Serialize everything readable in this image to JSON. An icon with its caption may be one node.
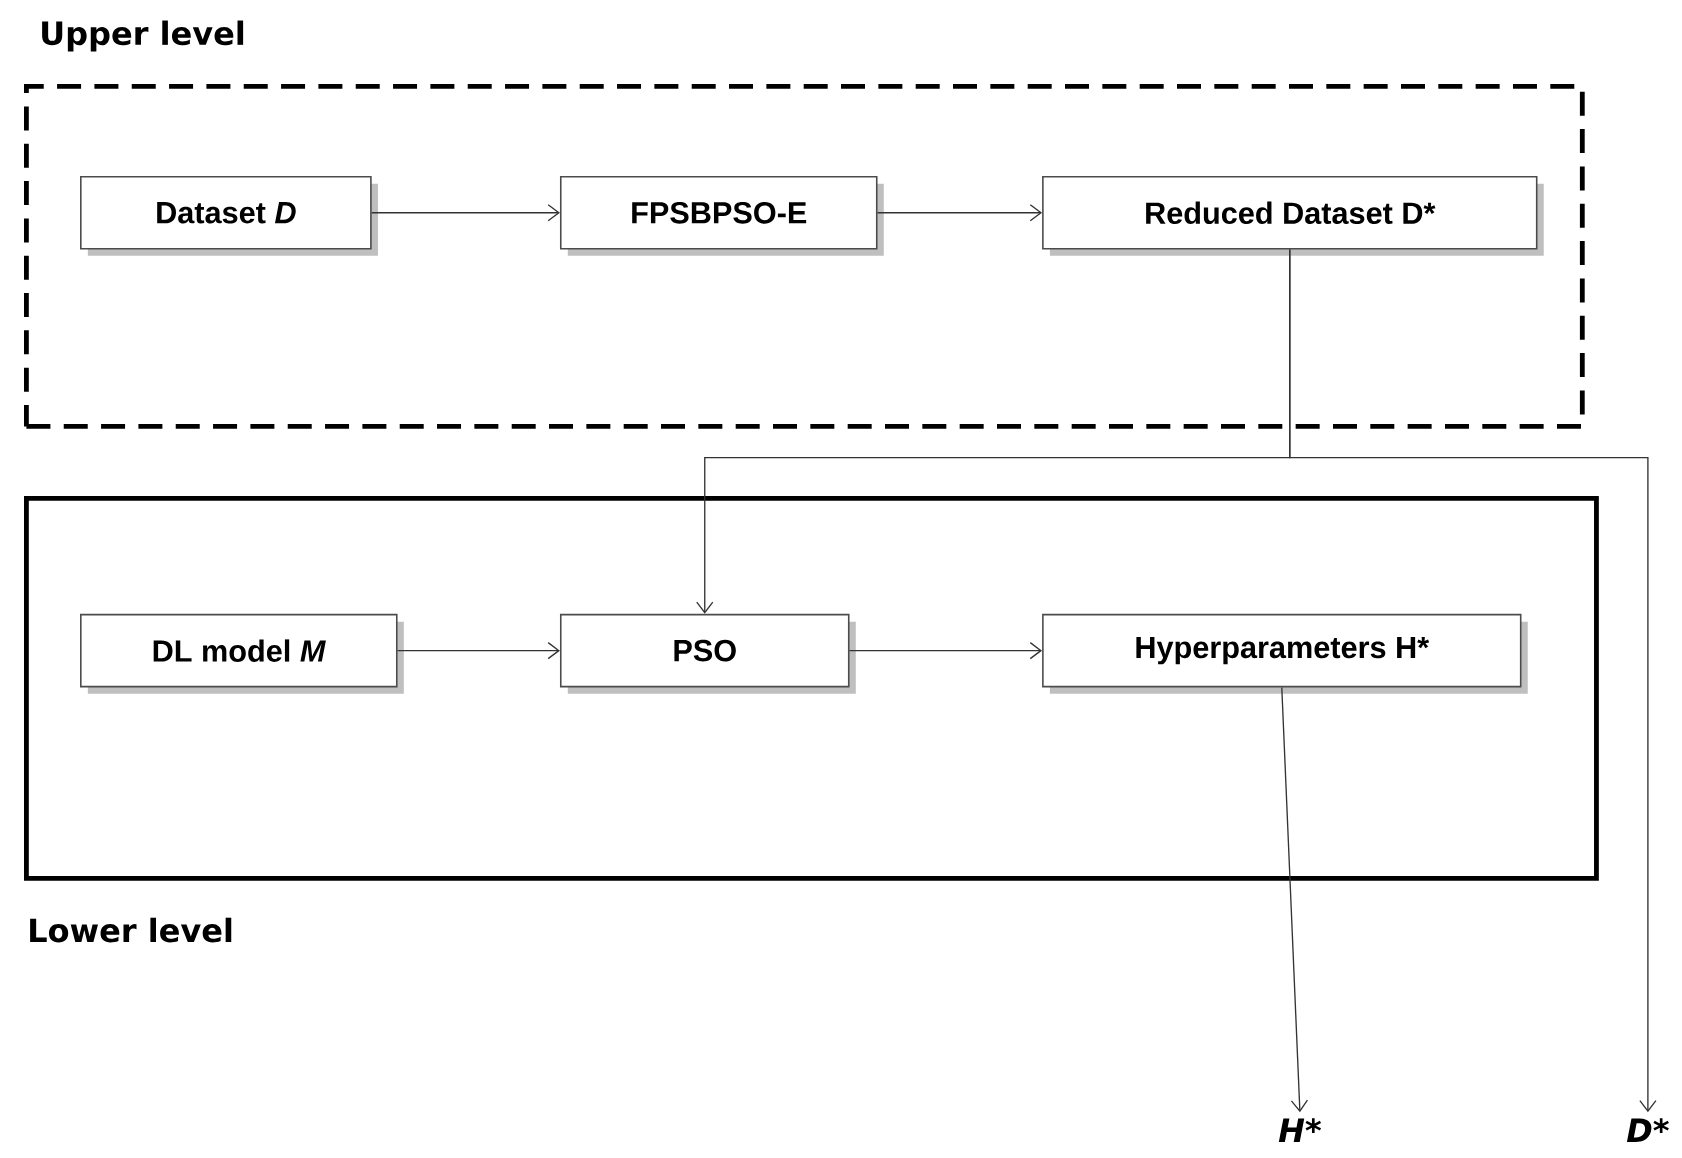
{
  "diagram": {
    "nodes": [
      {
        "text": [
          "Upper level"
        ]
      },
      {
        "text": [
          "Dataset *D*"
        ],
        "in": 0
      },
      {
        "text": [
          "FPSBPSO-E"
        ],
        "in": 0
      },
      {
        "text": [
          "Reduced Dataset D*"
        ],
        "in": 0
      },
      {
        "text": [
          "Lower level"
        ]
      },
      {
        "text": [
          "DL model *M*"
        ],
        "in": 4
      },
      {
        "text": [
          "PSO"
        ],
        "in": 4
      },
      {
        "text": [
          "Hyperparameters H*"
        ],
        "in": 4
      },
      {
        "text": [
          "H*"
        ]
      },
      {
        "text": [
          "D*"
        ]
      }
    ],
    "edges": [
      {
        "from": 1,
        "to": 2,
        "arrow": "to"
      },
      {
        "from": 2,
        "to": 3,
        "arrow": "to"
      },
      {
        "from": 3,
        "to": 6,
        "arrow": "to"
      },
      {
        "from": 3,
        "to": 9,
        "arrow": "to"
      },
      {
        "from": 5,
        "to": 6,
        "arrow": "to"
      },
      {
        "from": 6,
        "to": 7,
        "arrow": "to"
      },
      {
        "from": 7,
        "to": 8,
        "arrow": "to"
      }
    ]
  }
}
